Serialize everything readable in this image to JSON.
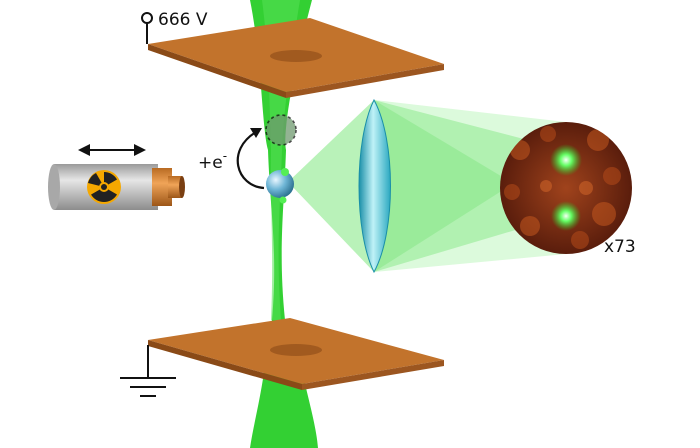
{
  "voltage_label": "666 V",
  "charge_label": "+e",
  "charge_superscript": "-",
  "magnification_label": "x73",
  "icons": {
    "source": "radioactive-source-icon",
    "ground": "ground-symbol-icon",
    "terminal": "voltage-terminal-icon"
  },
  "colors": {
    "beam": "#22cc22",
    "beam_edge": "#1aa31a",
    "light_cone": "#7fe87f",
    "electrode_top": "#c2732c",
    "electrode_side": "#8a4a17",
    "lens": "#4fc8d8",
    "particle": "#5fa8c8",
    "image_bg": "#7a2a12",
    "source_body": "#bdbdbd",
    "source_nozzle": "#d98a3a",
    "trefoil": "#f5a800"
  }
}
